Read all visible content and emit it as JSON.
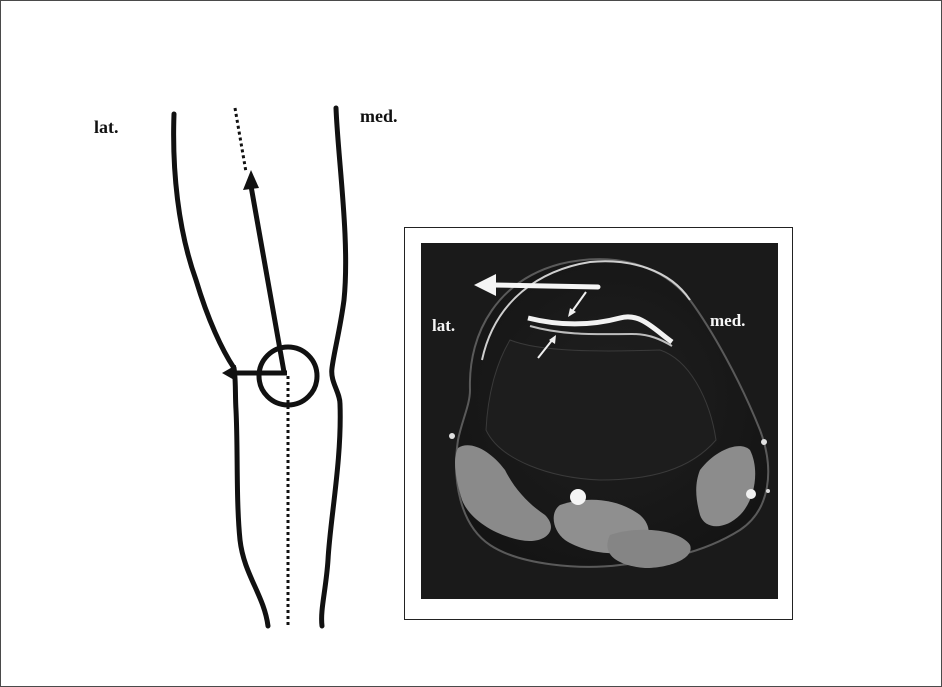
{
  "diagram": {
    "lateral_label": "lat.",
    "medial_label": "med."
  },
  "mri": {
    "lateral_label": "lat.",
    "medial_label": "med."
  },
  "colors": {
    "ink": "#111111",
    "mri_background": "#1a1a1a",
    "mri_muscle": "#8a8a8a",
    "mri_bright": "#f2f2f2"
  }
}
